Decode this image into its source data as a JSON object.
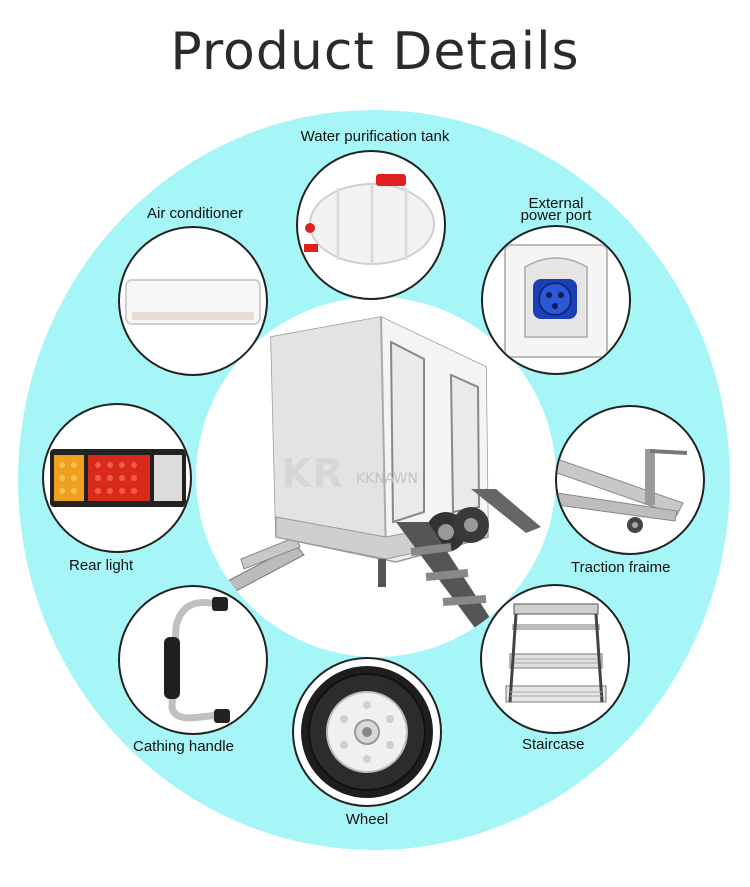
{
  "title": "Product Details",
  "labels": {
    "water_tank": "Water purification tank",
    "power_port_line1": "External",
    "power_port_line2": "power port",
    "air_conditioner": "Air conditioner",
    "rear_light": "Rear light",
    "traction_frame": "Traction fraime",
    "handle": "Cathing handle",
    "staircase": "Staircase",
    "wheel": "Wheel"
  },
  "watermark": {
    "logo_text": "KKNAWN"
  },
  "colors": {
    "background_ring": "#a6f5f7",
    "title_text": "#2b2b2b",
    "power_socket_blue": "#1b3fb5",
    "tank_cap_red": "#e02020",
    "light_amber": "#f0a020",
    "light_red": "#d82a1a"
  }
}
